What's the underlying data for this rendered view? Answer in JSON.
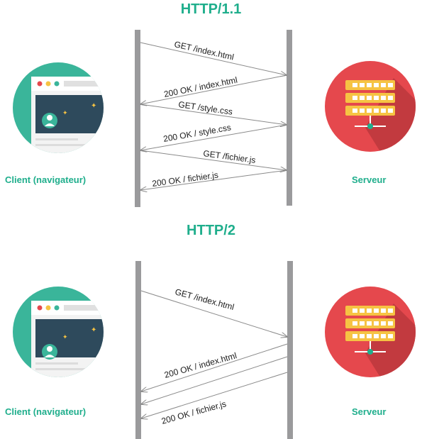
{
  "colors": {
    "accent_green": "#1fae8c",
    "client_circle": "#3ab59a",
    "server_circle": "#e5484d",
    "lifeline": "#9a9a9c",
    "arrow": "#8a8a8a",
    "server_rack": "#f6c343"
  },
  "http11": {
    "title": "HTTP/1.1",
    "client_label": "Client (navigateur)",
    "server_label": "Serveur",
    "messages": [
      "GET /index.html",
      "200 OK / index.html",
      "GET /style.css",
      "200 OK / style.css",
      "GET /fichier.js",
      "200 OK / fichier.js"
    ]
  },
  "http2": {
    "title": "HTTP/2",
    "client_label": "Client (navigateur)",
    "server_label": "Serveur",
    "messages": [
      "GET /index.html",
      "200 OK / index.html",
      "200 OK / fichier.js"
    ]
  },
  "icons": {
    "client": "browser-window-icon",
    "server": "server-rack-icon"
  }
}
